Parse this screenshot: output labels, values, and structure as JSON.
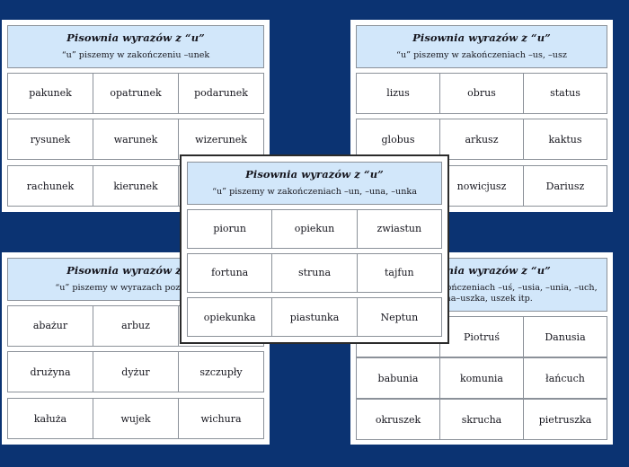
{
  "background_color": "#0b3372",
  "header_color": "#d2e7fa",
  "cards": [
    {
      "id": "unek",
      "title": "Pisownia wyrazów z “u”",
      "subtitle": "“u” piszemy w zakończeniu –unek",
      "rows": [
        [
          "pakunek",
          "opatrunek",
          "podarunek"
        ],
        [
          "rysunek",
          "warunek",
          "wizerunek"
        ],
        [
          "rachunek",
          "kierunek",
          ""
        ]
      ]
    },
    {
      "id": "us",
      "title": "Pisownia wyrazów z “u”",
      "subtitle": "“u” piszemy w zakończeniach –us, –usz",
      "rows": [
        [
          "lizus",
          "obrus",
          "status"
        ],
        [
          "globus",
          "arkusz",
          "kaktus"
        ],
        [
          "",
          "nowicjusz",
          "Dariusz"
        ]
      ]
    },
    {
      "id": "pozostalych",
      "title": "Pisownia wyrazów z “u”",
      "subtitle": "“u” piszemy w wyrazach pozostałych",
      "rows": [
        [
          "abażur",
          "arbuz",
          ""
        ],
        [
          "drużyna",
          "dyżur",
          "szczupły"
        ],
        [
          "kałuża",
          "wujek",
          "wichura"
        ]
      ]
    },
    {
      "id": "us-zdrobnienia",
      "title": "Pisownia wyrazów z “u”",
      "subtitle": "“u” piszemy w zakończeniach –uś, –usia, –unia, –uch, –ucha–uszka, uszek itp.",
      "rows": [
        [
          "",
          "Piotruś",
          "Danusia"
        ],
        [
          "babunia",
          "komunia",
          "łańcuch"
        ],
        [
          "okruszek",
          "skrucha",
          "pietruszka"
        ]
      ]
    },
    {
      "id": "un",
      "title": "Pisownia wyrazów z “u”",
      "subtitle": "“u” piszemy w zakończeniach –un, –una, –unka",
      "rows": [
        [
          "piorun",
          "opiekun",
          "zwiastun"
        ],
        [
          "fortuna",
          "struna",
          "tajfun"
        ],
        [
          "opiekunka",
          "piastunka",
          "Neptun"
        ]
      ]
    }
  ]
}
